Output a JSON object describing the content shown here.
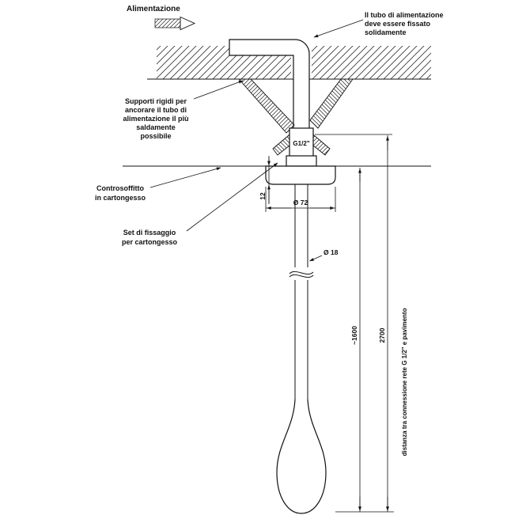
{
  "drawing": {
    "alimentazione_label": "Alimentazione",
    "supply_note": {
      "line1": "Il tubo di alimentazione",
      "line2": "deve essere fissato",
      "line3": "solidamente"
    },
    "supports_note": {
      "line1": "Supporti rigidi per",
      "line2": "ancorare il tubo di",
      "line3": "alimentazione il più",
      "line4": "saldamente",
      "line5": "possibile"
    },
    "ceiling_note": {
      "line1": "Controsoffitto",
      "line2": "in cartongesso"
    },
    "fixing_note": {
      "line1": "Set di fissaggio",
      "line2": "per cartongesso"
    },
    "thread_label": "G1/2\"",
    "dims": {
      "plate_thickness": "12",
      "plate_diameter": "Ø 72",
      "pipe_diameter": "Ø 18",
      "height_spout": "~1600",
      "height_connection": "2700",
      "distance_caption": "distanza tra connessione rete G 1/2\" e pavimento"
    }
  },
  "colors": {
    "line": "#111111",
    "background": "#ffffff"
  }
}
